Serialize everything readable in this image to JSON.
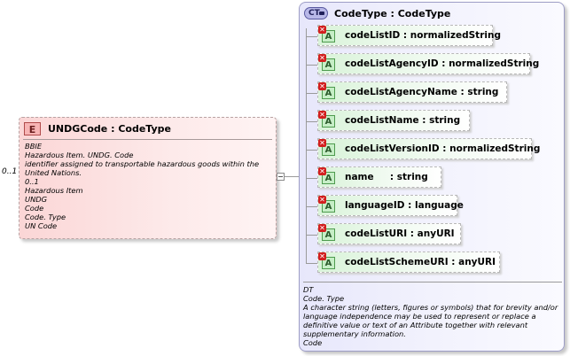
{
  "element": {
    "badge": "E",
    "title": "UNDGCode : CodeType",
    "occurrence": "0..1",
    "doc": [
      "BBIE",
      "Hazardous Item. UNDG. Code",
      "identifier assigned to transportable hazardous goods within the United Nations.",
      "0..1",
      "Hazardous Item",
      "UNDG",
      "Code",
      "Code. Type",
      "UN Code"
    ]
  },
  "complex_type": {
    "badge": "CT",
    "title": "CodeType : CodeType",
    "attributes": [
      {
        "icon": "A",
        "label": "codeListID : normalizedString"
      },
      {
        "icon": "A",
        "label": "codeListAgencyID : normalizedString"
      },
      {
        "icon": "A",
        "label": "codeListAgencyName : string"
      },
      {
        "icon": "A",
        "label": "codeListName : string"
      },
      {
        "icon": "A",
        "label": "codeListVersionID : normalizedString"
      },
      {
        "icon": "A",
        "label": "name     : string"
      },
      {
        "icon": "A",
        "label": "languageID : language"
      },
      {
        "icon": "A",
        "label": "codeListURI : anyURI"
      },
      {
        "icon": "A",
        "label": "codeListSchemeURI : anyURI"
      }
    ],
    "doc": [
      "DT",
      "Code. Type",
      "A character string (letters, figures or symbols) that for brevity and/or language independence may be used to represent or replace a definitive value or text of an Attribute together with relevant supplementary information.",
      "Code"
    ]
  },
  "colors": {
    "element_fill": "#fbd6d6",
    "complex_type_fill": "#e7e7fb",
    "attribute_icon": "#c6eec6",
    "prohibited_mark": "#d21e1e"
  }
}
